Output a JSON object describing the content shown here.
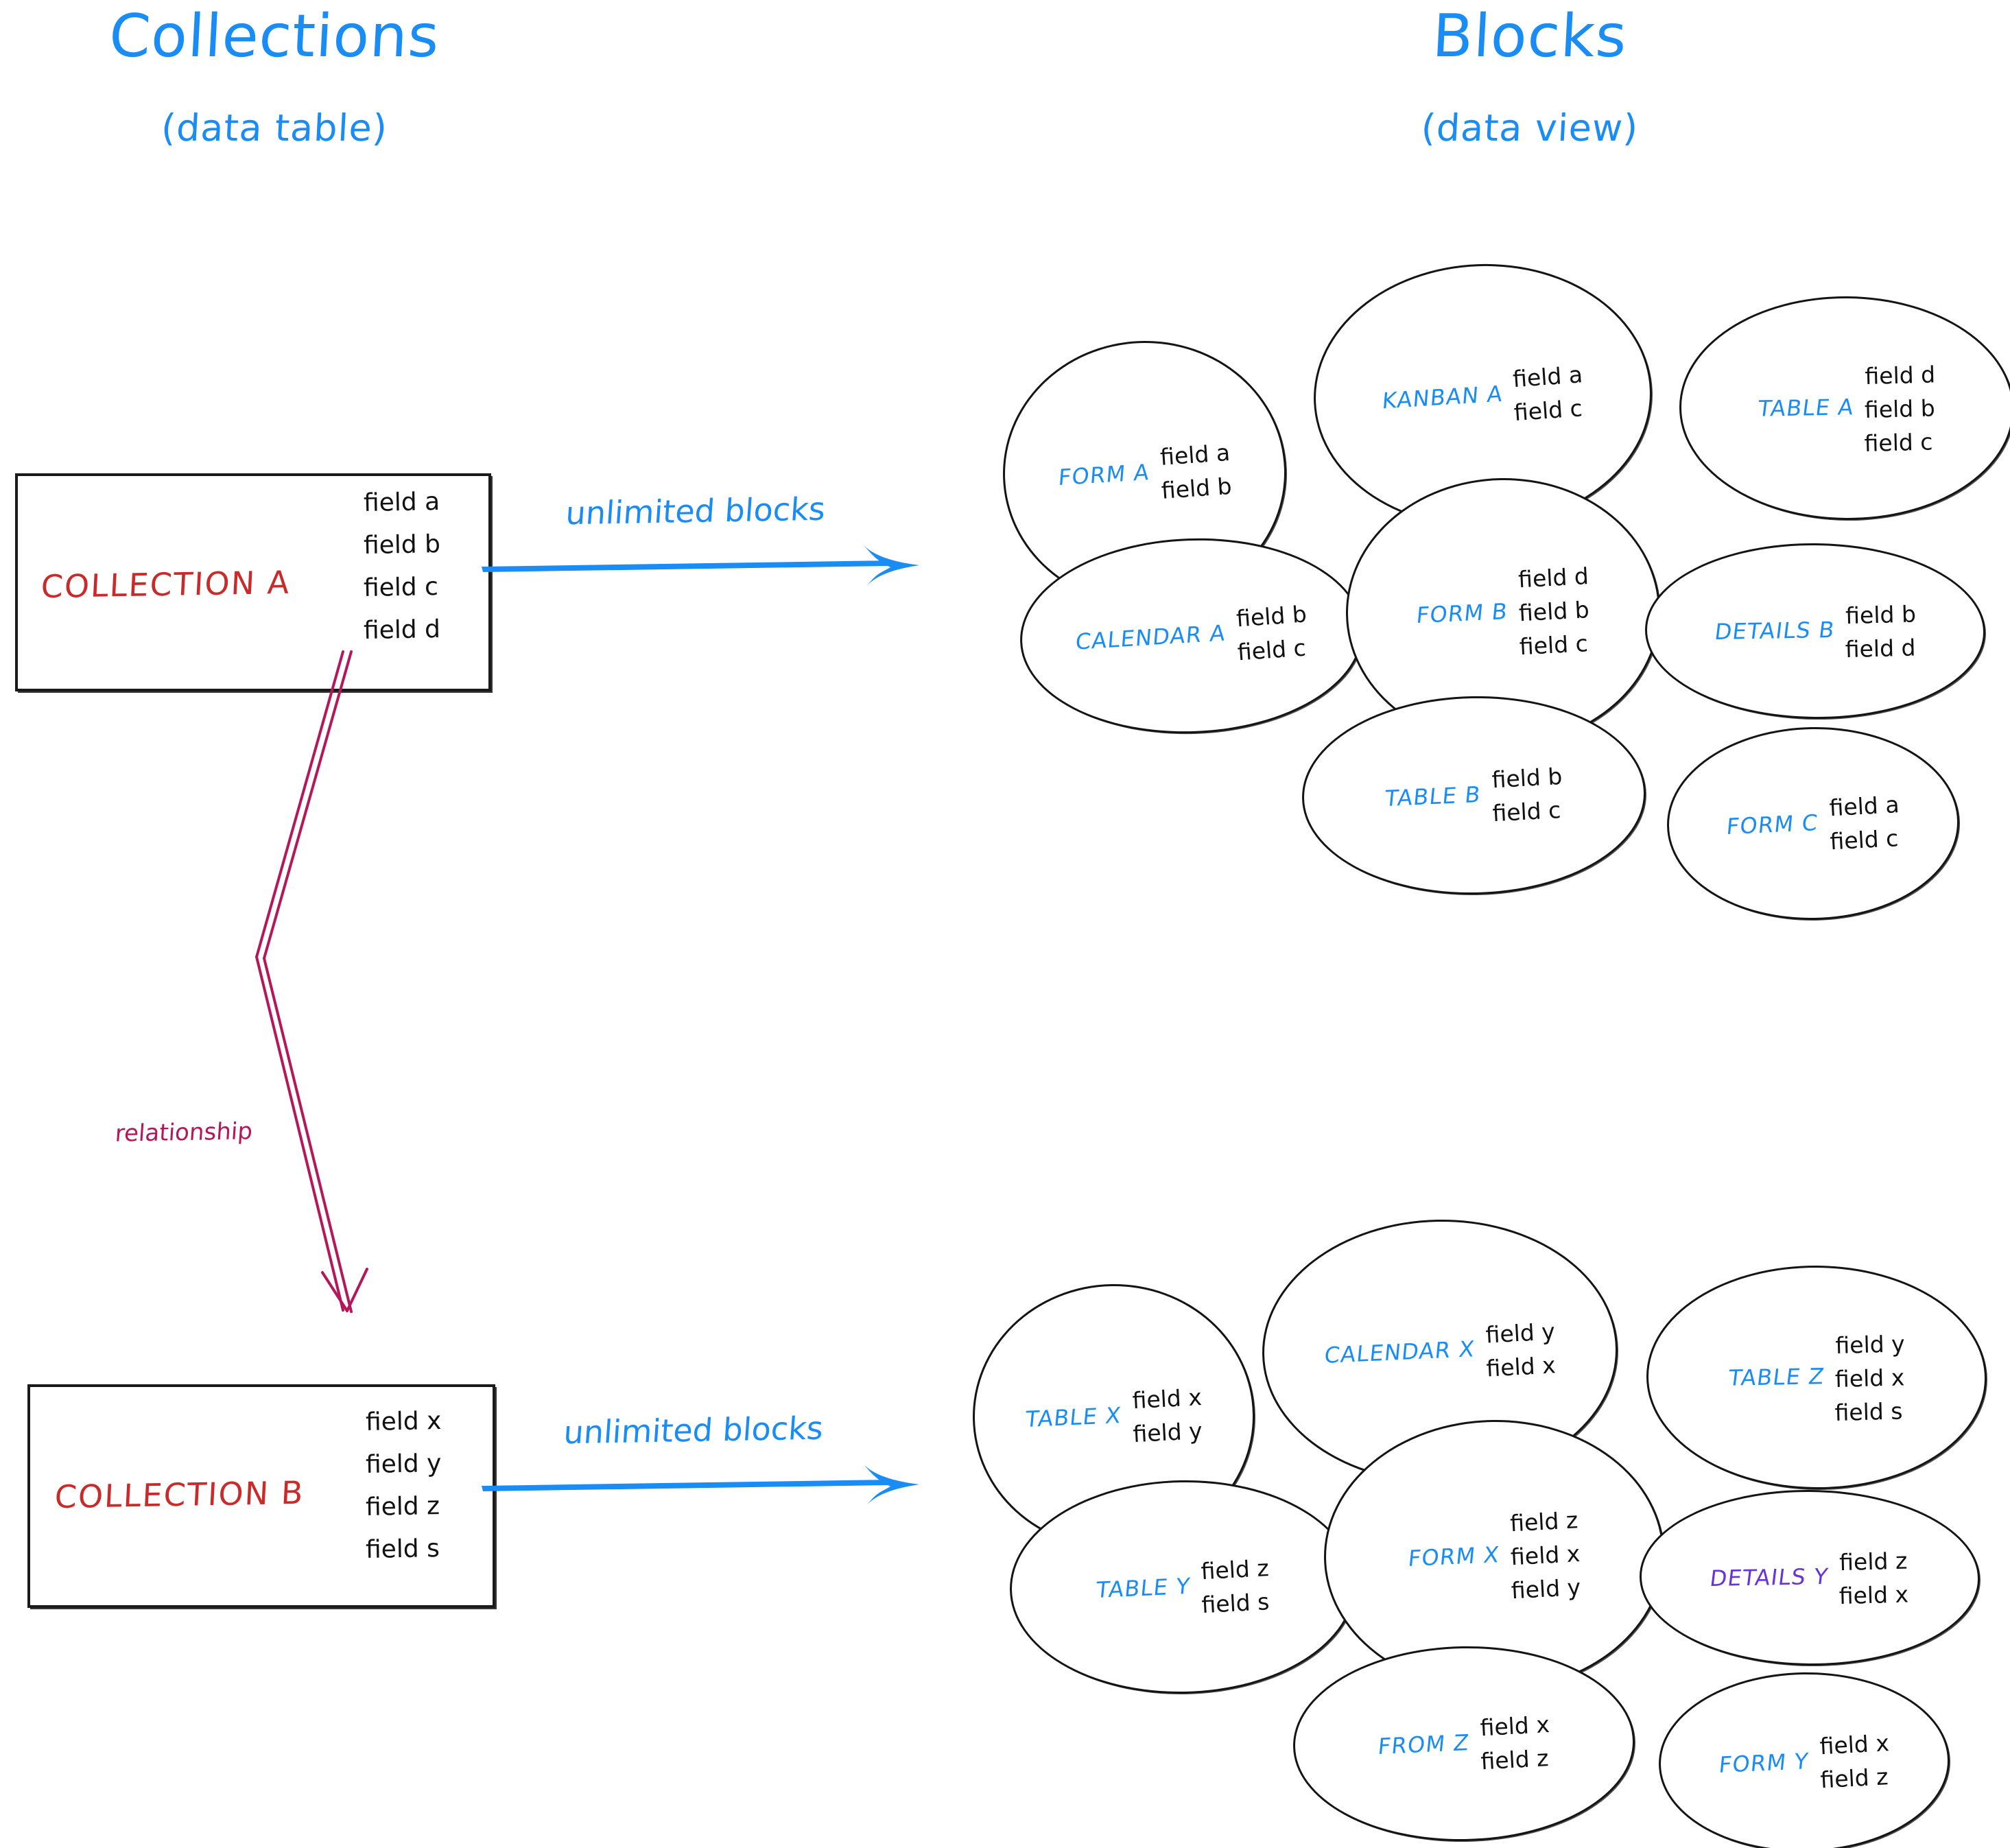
{
  "headings": {
    "left": {
      "main": "Collections",
      "sub": "(data table)"
    },
    "right": {
      "main": "Blocks",
      "sub": "(data view)"
    }
  },
  "colors": {
    "accent_blue": "#1a8cf5",
    "collection_red": "#c92a2a",
    "relationship_crimson": "#b5185a",
    "details_purple": "#6633dd",
    "ink_black": "#111111"
  },
  "collections": [
    {
      "name": "COLLECTION A",
      "fields": [
        "field a",
        "field b",
        "field c",
        "field d"
      ],
      "arrow_label": "unlimited blocks"
    },
    {
      "name": "COLLECTION B",
      "fields": [
        "field x",
        "field y",
        "field z",
        "field s"
      ],
      "arrow_label": "unlimited blocks"
    }
  ],
  "relationship": {
    "label": "relationship"
  },
  "blocks_top": [
    {
      "label": "FORM A",
      "fields": [
        "field a",
        "field b"
      ]
    },
    {
      "label": "KANBAN A",
      "fields": [
        "field a",
        "field c"
      ]
    },
    {
      "label": "TABLE A",
      "fields": [
        "field d",
        "field b",
        "field c"
      ]
    },
    {
      "label": "CALENDAR A",
      "fields": [
        "field b",
        "field c"
      ]
    },
    {
      "label": "FORM B",
      "fields": [
        "field d",
        "field b",
        "field c"
      ]
    },
    {
      "label": "DETAILS B",
      "fields": [
        "field b",
        "field d"
      ]
    },
    {
      "label": "TABLE B",
      "fields": [
        "field b",
        "field c"
      ]
    },
    {
      "label": "FORM C",
      "fields": [
        "field a",
        "field c"
      ]
    }
  ],
  "blocks_bottom": [
    {
      "label": "TABLE X",
      "fields": [
        "field x",
        "field y"
      ]
    },
    {
      "label": "CALENDAR X",
      "fields": [
        "field y",
        "field x"
      ]
    },
    {
      "label": "TABLE Z",
      "fields": [
        "field y",
        "field x",
        "field s"
      ]
    },
    {
      "label": "TABLE Y",
      "fields": [
        "field z",
        "field s"
      ]
    },
    {
      "label": "FORM X",
      "fields": [
        "field z",
        "field x",
        "field y"
      ]
    },
    {
      "label": "DETAILS Y",
      "fields": [
        "field z",
        "field x"
      ]
    },
    {
      "label": "FROM Z",
      "fields": [
        "field x",
        "field z"
      ]
    },
    {
      "label": "FORM Y",
      "fields": [
        "field x",
        "field z"
      ]
    }
  ]
}
